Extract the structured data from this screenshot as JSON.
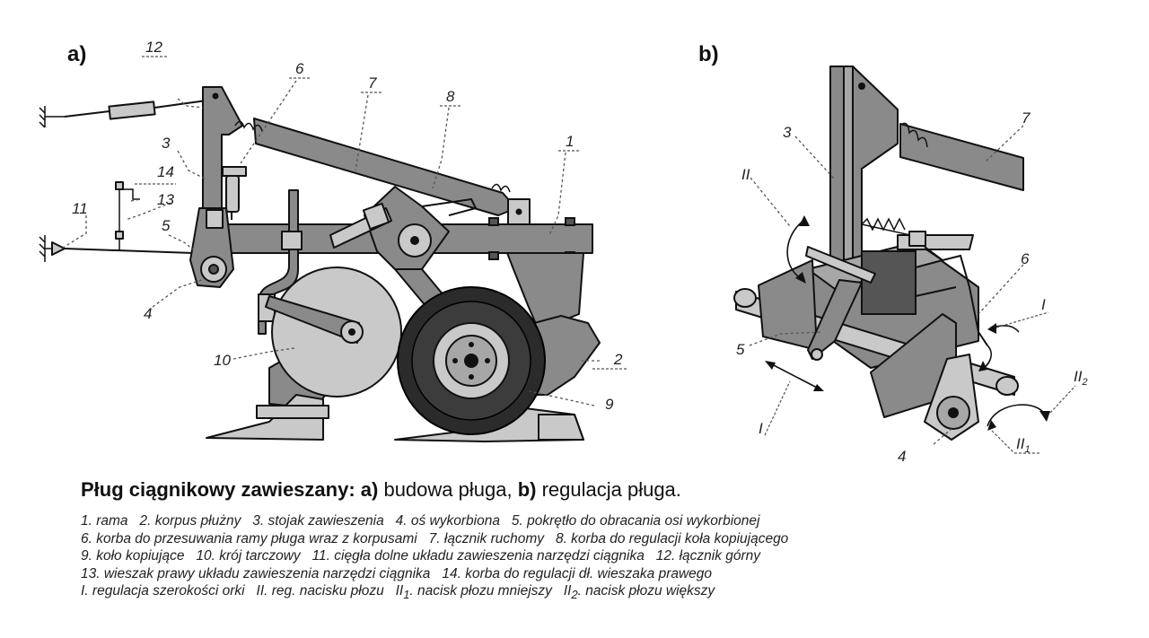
{
  "panels": {
    "a": "a)",
    "b": "b)"
  },
  "labels_a": {
    "n12": "12",
    "n6": "6",
    "n7": "7",
    "n8": "8",
    "n1": "1",
    "n3": "3",
    "n14": "14",
    "n13": "13",
    "n11": "11",
    "n5": "5",
    "n4": "4",
    "n10": "10",
    "n2": "2",
    "n9": "9"
  },
  "labels_b": {
    "n3": "3",
    "n7": "7",
    "nII": "II",
    "n6": "6",
    "nI_right": "I",
    "n5": "5",
    "nI_left": "I",
    "nII2": "II",
    "nII2_sub": "2",
    "nII1": "II",
    "nII1_sub": "1",
    "n4": "4"
  },
  "caption": {
    "title": "Pług ciągnikowy zawieszany:",
    "a_label": "a)",
    "a_text": " budowa pługa, ",
    "b_label": "b)",
    "b_text": " regulacja pługa."
  },
  "legend": [
    "1. rama   2. korpus płużny   3. stojak zawieszenia   4. oś wykorbiona   5. pokrętło do obracania osi wykorbionej",
    "6. korba do przesuwania ramy pługa wraz z korpusami   7. łącznik ruchomy   8. korba do regulacji koła kopiującego",
    "9. koło kopiujące   10. krój tarczowy   11. cięgła dolne układu zawieszenia narzędzi ciągnika   12. łącznik górny",
    "13. wieszak prawy układu zawieszenia narzędzi ciągnika   14. korba do regulacji dł. wieszaka prawego"
  ],
  "legend_last": {
    "a": "I. regulacja szerokości orki   II. reg. nacisku płozu   II",
    "a_sub": "1",
    "b": ". nacisk płozu mniejszy   II",
    "b_sub": "2",
    "c": ". nacisk płozu większy"
  }
}
